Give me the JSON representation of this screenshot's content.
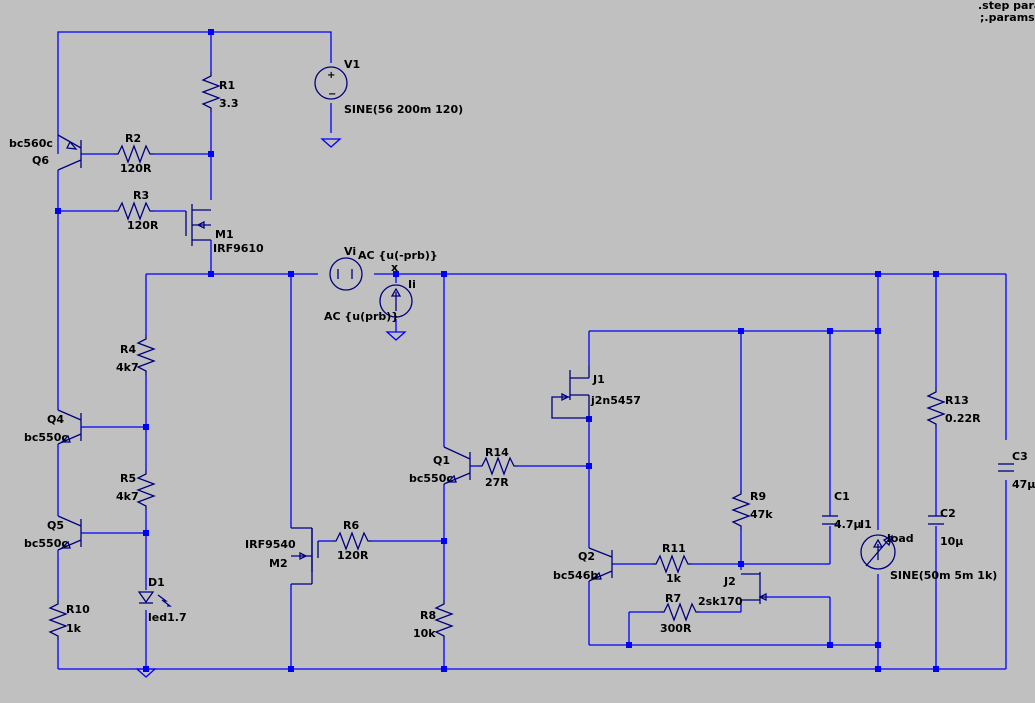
{
  "directives": [
    ".step param",
    ";.params p"
  ],
  "components": {
    "V1": {
      "name": "V1",
      "value": "SINE(56 200m 120)"
    },
    "R1": {
      "name": "R1",
      "value": "3.3"
    },
    "R2": {
      "name": "R2",
      "value": "120R"
    },
    "R3": {
      "name": "R3",
      "value": "120R"
    },
    "Q6": {
      "name": "Q6",
      "value": "bc560c"
    },
    "M1": {
      "name": "M1",
      "value": "IRF9610"
    },
    "Vi": {
      "name": "Vi",
      "value": "AC {u(-prb)}"
    },
    "Ii": {
      "name": "Ii",
      "value": "AC {u(prb)}"
    },
    "netx": {
      "name": "x"
    },
    "R4": {
      "name": "R4",
      "value": "4k7"
    },
    "Q4": {
      "name": "Q4",
      "value": "bc550c"
    },
    "R5": {
      "name": "R5",
      "value": "4k7"
    },
    "Q5": {
      "name": "Q5",
      "value": "bc550c"
    },
    "D1": {
      "name": "D1",
      "value": "led1.7"
    },
    "R10": {
      "name": "R10",
      "value": "1k"
    },
    "M2": {
      "name": "M2",
      "value": "IRF9540"
    },
    "R6": {
      "name": "R6",
      "value": "120R"
    },
    "R8": {
      "name": "R8",
      "value": "10k"
    },
    "Q1": {
      "name": "Q1",
      "value": "bc550c"
    },
    "R14": {
      "name": "R14",
      "value": "27R"
    },
    "J1": {
      "name": "J1",
      "value": "j2n5457"
    },
    "R9": {
      "name": "R9",
      "value": "47k"
    },
    "C1": {
      "name": "C1",
      "value": "4.7µ"
    },
    "Q2": {
      "name": "Q2",
      "value": "bc546b"
    },
    "R11": {
      "name": "R11",
      "value": "1k"
    },
    "J2": {
      "name": "J2",
      "value": "2sk170"
    },
    "R7": {
      "name": "R7",
      "value": "300R"
    },
    "I1": {
      "name": "I1",
      "value": "SINE(50m 5m 1k)",
      "inner": "load"
    },
    "R13": {
      "name": "R13",
      "value": "0.22R"
    },
    "C2": {
      "name": "C2",
      "value": "10µ"
    },
    "C3": {
      "name": "C3",
      "value": "47µ"
    }
  }
}
